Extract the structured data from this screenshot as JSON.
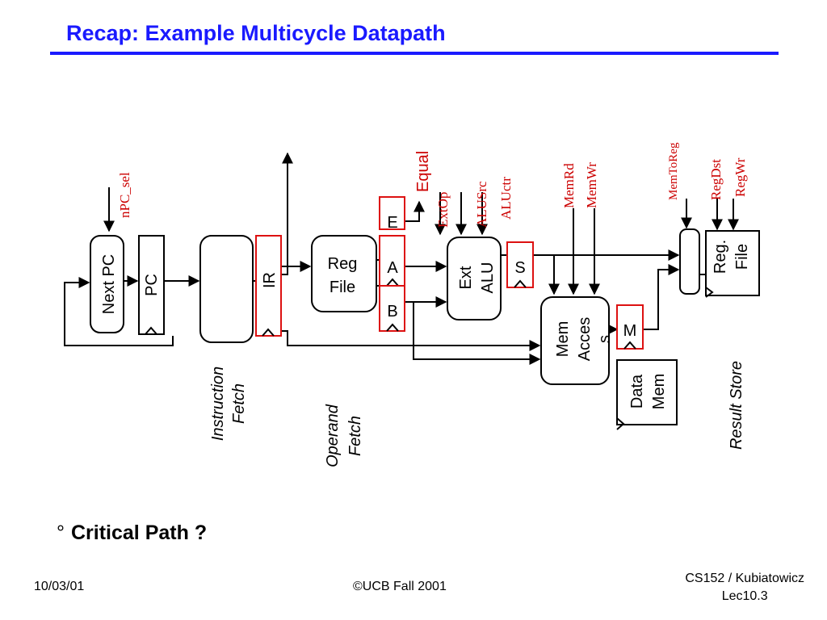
{
  "title": "Recap: Example Multicycle Datapath",
  "bullet": {
    "symbol": "°",
    "text": "Critical Path ?"
  },
  "footer": {
    "date": "10/03/01",
    "copyright": "©UCB Fall 2001",
    "course": "CS152 / Kubiatowicz",
    "lecture": "Lec10.3"
  },
  "colors": {
    "title": "#1a1aff",
    "control": "#cc0000",
    "register_border": "#dd1111"
  },
  "blocks": {
    "next_pc": "Next PC",
    "pc": "PC",
    "ir": "IR",
    "reg_file_1": "Reg",
    "reg_file_2": "File",
    "reg_e": "E",
    "reg_a": "A",
    "reg_b": "B",
    "ext": "Ext",
    "alu": "ALU",
    "reg_s": "S",
    "mem_1": "Mem",
    "mem_2": "Acces",
    "mem_3": "s",
    "reg_m": "M",
    "data_mem_1": "Data",
    "data_mem_2": "Mem",
    "regfile_wb_1": "Reg.",
    "regfile_wb_2": "File"
  },
  "signals": {
    "npc_sel": "nPC_sel",
    "equal": "Equal",
    "extop": "ExtOp",
    "alusrc": "ALUSrc",
    "aluctr": "ALUctr",
    "memrd": "MemRd",
    "memwr": "MemWr",
    "memtoreg": "MemToReg",
    "regdst": "RegDst",
    "regwr": "RegWr"
  },
  "stages": {
    "fetch_1": "Instruction",
    "fetch_2": "Fetch",
    "operand_1": "Operand",
    "operand_2": "Fetch",
    "result": "Result Store"
  }
}
